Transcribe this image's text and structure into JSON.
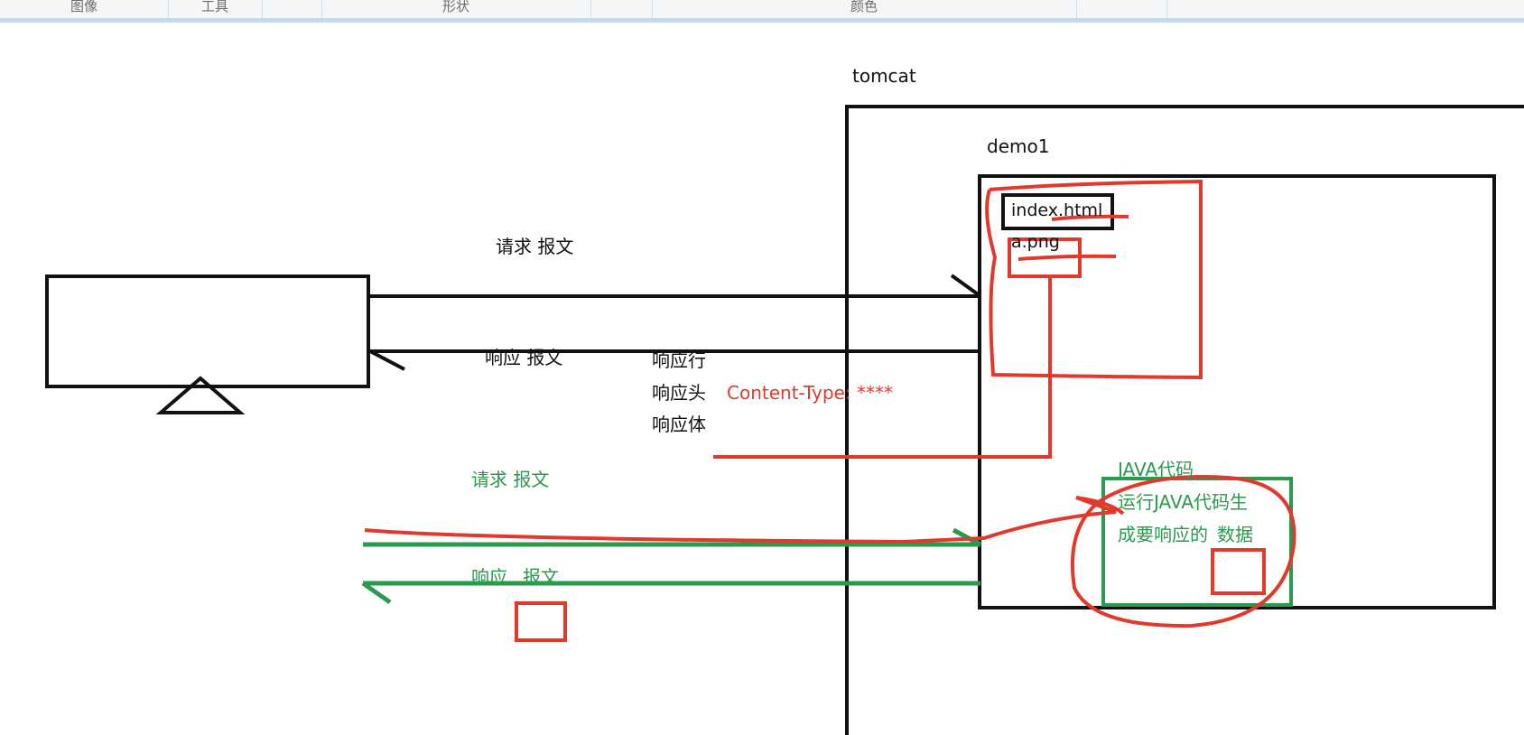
{
  "ribbon": {
    "groups": [
      "图像",
      "工具",
      "",
      "形状",
      "",
      "颜色",
      ""
    ]
  },
  "diagram": {
    "server_label": "tomcat",
    "app_label": "demo1",
    "files": [
      "index.html",
      "a.png"
    ],
    "black_request": "请求  报文",
    "black_response": "响应  报文",
    "response_parts": [
      "响应行",
      "响应头",
      "响应体"
    ],
    "content_type": "Content-Type: ****",
    "green_request": "请求  报文",
    "green_response_prefix": "响应",
    "green_response_boxed": "报文",
    "java_lines": [
      "JAVA代码",
      "运行JAVA代码生",
      "成要响应的"
    ],
    "java_boxed": "数据"
  },
  "colors": {
    "black": "#111111",
    "red": "#e03a2e",
    "green": "#2a9a4e",
    "ribbon_bg": "#f5f6f7",
    "ribbon_border": "#c9d6e6"
  }
}
